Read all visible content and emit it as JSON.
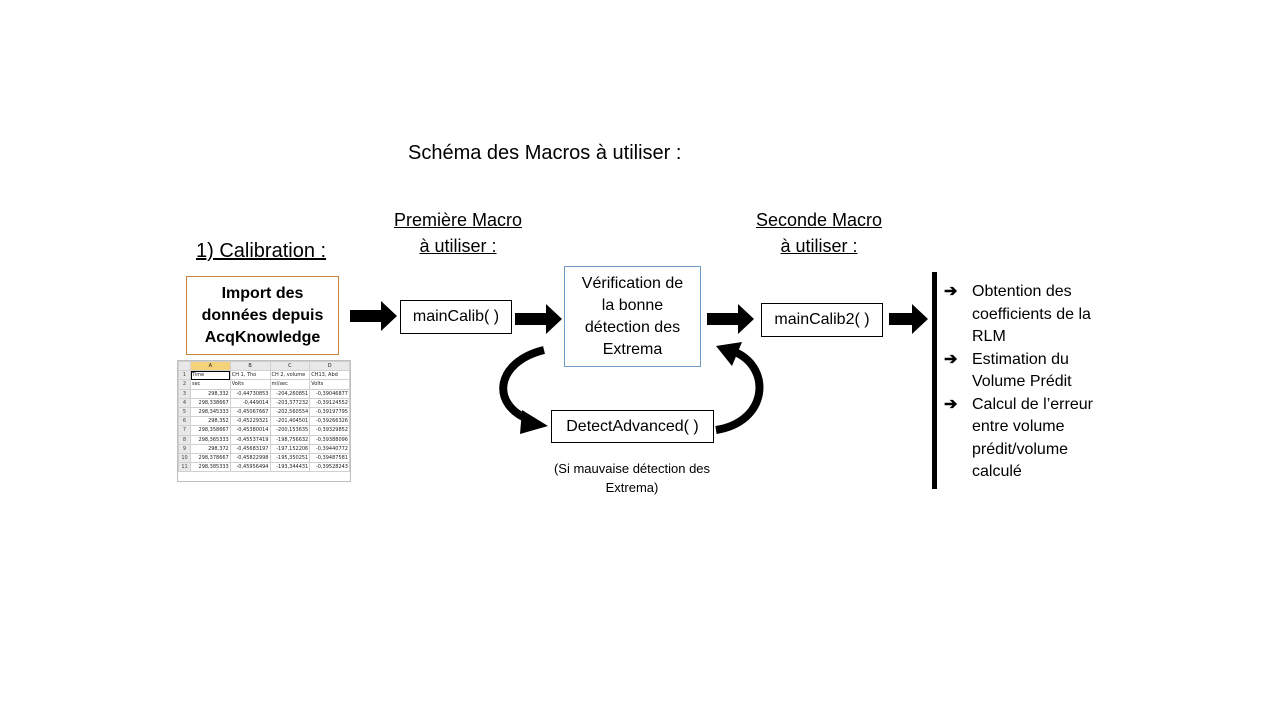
{
  "title": "Schéma des Macros à utiliser :",
  "section_label": "1) Calibration :",
  "first_macro": {
    "line1": "Première Macro",
    "line2": "à utiliser :"
  },
  "second_macro": {
    "line1": "Seconde Macro",
    "line2": "à utiliser :"
  },
  "import_box": {
    "line1": "Import des",
    "line2": "données depuis",
    "line3": "AcqKnowledge"
  },
  "main_calib": "mainCalib( )",
  "verification": {
    "line1": "Vérification de",
    "line2": "la bonne",
    "line3": "détection des",
    "line4": "Extrema"
  },
  "main_calib2": "mainCalib2( )",
  "detect_advanced": "DetectAdvanced( )",
  "note": {
    "line1": "(Si mauvaise détection des",
    "line2": "Extrema)"
  },
  "results": [
    {
      "lines": [
        "Obtention des",
        "coefficients de la",
        "RLM"
      ]
    },
    {
      "lines": [
        " Estimation du",
        "Volume Prédit"
      ]
    },
    {
      "lines": [
        "Calcul de l’erreur",
        "entre volume",
        "prédit/volume",
        "calculé"
      ]
    }
  ],
  "results_arrow_glyph": "➔",
  "spreadsheet": {
    "columns": [
      "A",
      "B",
      "C",
      "D"
    ],
    "rows": [
      [
        "1",
        "Time",
        "CH 1, Tho",
        "CH 2, volume",
        "CH13, Abd"
      ],
      [
        "2",
        "sec",
        "Volts",
        "ml/sec",
        "Volts"
      ],
      [
        "3",
        "298,332",
        "-0,44730853",
        "-204,260851",
        "-0,39046877"
      ],
      [
        "4",
        "298,338667",
        "-0,449014",
        "-203,377232",
        "-0,39124552"
      ],
      [
        "5",
        "298,345333",
        "-0,45067667",
        "-202,560554",
        "-0,39197795"
      ],
      [
        "6",
        "298,352",
        "-0,45229321",
        "-201,404501",
        "-0,39266326"
      ],
      [
        "7",
        "298,358667",
        "-0,45380014",
        "-200,153635",
        "-0,39329852"
      ],
      [
        "8",
        "298,365333",
        "-0,45537419",
        "-198,756632",
        "-0,39388096"
      ],
      [
        "9",
        "298,372",
        "-0,45683197",
        "-197,152206",
        "-0,39440772"
      ],
      [
        "10",
        "298,378667",
        "-0,45822998",
        "-195,350251",
        "-0,39487581"
      ],
      [
        "11",
        "298,385333",
        "-0,45956494",
        "-193,344431",
        "-0,39528243"
      ]
    ]
  },
  "colors": {
    "import_border": "#c9843f",
    "verif_border": "#6f9ac6",
    "arrow": "#000000",
    "sheet_header_selected": "#f5d27a"
  }
}
